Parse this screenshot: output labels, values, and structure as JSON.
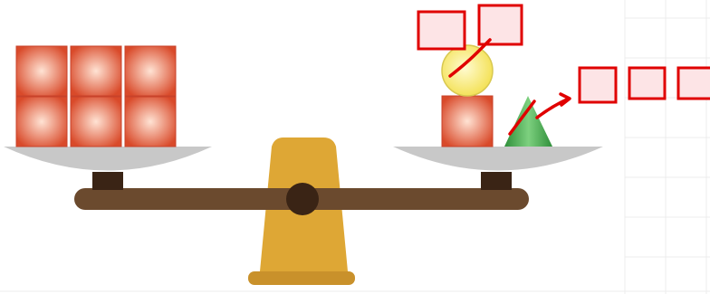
{
  "colors": {
    "beam": "#6b4a2e",
    "fulcrum": "#dea735",
    "fulcrum_base": "#c9912b",
    "pivot": "#3a2415",
    "pan": "#c8c8c8",
    "cube_edge": "#d94a2a",
    "cube_center": "#ffe3d4",
    "sphere": "#f8ec7a",
    "sphere_edge": "#d8c850",
    "cone": "#3fa84a",
    "answer_box_border": "#e00000",
    "answer_box_fill": "#fde4e6",
    "arrow": "#e00000"
  },
  "scale": {
    "left_pan": {
      "cube_columns": 3,
      "cube_rows": 2
    },
    "right_pan": {
      "cubes": 1,
      "spheres": 1,
      "cones": 1
    }
  },
  "icons": {
    "pivot": "pivot-dot-icon",
    "arrow": "red-arrow-icon"
  },
  "answer_boxes": {
    "sphere": {
      "count": 2,
      "value": ""
    },
    "cone": {
      "count": 3,
      "value": ""
    }
  }
}
